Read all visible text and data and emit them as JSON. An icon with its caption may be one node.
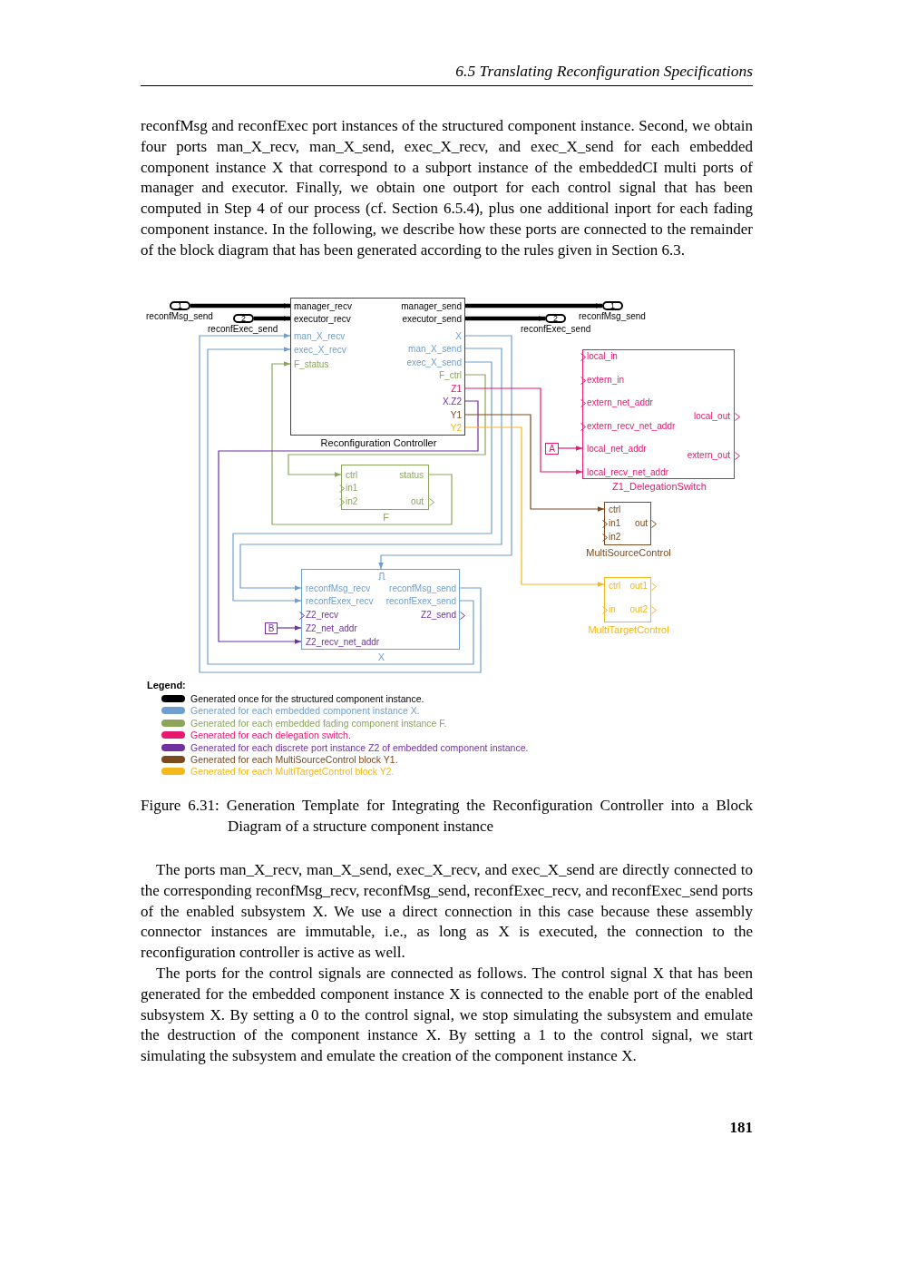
{
  "diagram": {
    "caption": "Figure 6.31: Generation Template for Integrating the Reconfiguration Controller into a Block Diagram of a structure component instance",
    "nodes": [
      {
        "text": [
          "1"
        ],
        "beside": [
          "reconfMsg_send"
        ]
      },
      {
        "text": [
          "2"
        ],
        "beside": [
          "reconfExec_send"
        ]
      },
      {
        "text": [
          "manager_recv",
          "executor_recv",
          "man_X_recv",
          "exec_X_recv",
          "F_status",
          "manager_send",
          "executor_send",
          "X",
          "man_X_send",
          "exec_X_send",
          "F_ctrl",
          "Z1",
          "X.Z2",
          "Y1",
          "Y2",
          "Reconfiguration Controller"
        ]
      },
      {
        "text": [
          "1"
        ],
        "beside": [
          "reconfMsg_send"
        ]
      },
      {
        "text": [
          "2"
        ],
        "beside": [
          "reconfExec_send"
        ]
      },
      {
        "text": [
          "local_in",
          "extern_in",
          "extern_net_addr",
          "extern_recv_net_addr",
          "local_net_addr",
          "local_recv_net_addr",
          "local_out",
          "extern_out",
          "Z1_DelegationSwitch"
        ]
      },
      {
        "text": [
          "A"
        ]
      },
      {
        "text": [
          "ctrl",
          "in1",
          "in2",
          "status",
          "out",
          "F"
        ]
      },
      {
        "text": [
          "ctrl",
          "in1",
          "in2",
          "out",
          "MultiSourceControl"
        ]
      },
      {
        "text": [
          "reconfMsg_recv",
          "reconfExex_recv",
          "Z2_recv",
          "Z2_net_addr",
          "Z2_recv_net_addr",
          "reconfMsg_send",
          "reconfExex_send",
          "Z2_send",
          "X"
        ]
      },
      {
        "text": [
          "B"
        ]
      },
      {
        "text": [
          "ctrl",
          "out1",
          "in",
          "out2",
          "MultiTargetControl"
        ]
      }
    ],
    "edges": [
      {
        "from": 0,
        "to": 2,
        "arrow": "to",
        "style": "thick",
        "color": "#000000"
      },
      {
        "from": 1,
        "to": 2,
        "arrow": "to",
        "style": "thick",
        "color": "#000000"
      },
      {
        "from": 2,
        "to": 3,
        "arrow": "to",
        "style": "thick",
        "color": "#000000"
      },
      {
        "from": 2,
        "to": 4,
        "arrow": "to",
        "style": "thick",
        "color": "#000000"
      },
      {
        "from": 2,
        "to": 9,
        "arrow": "to",
        "color": "#6f9fd0"
      },
      {
        "from": 2,
        "to": 9,
        "arrow": "to",
        "color": "#6f9fd0"
      },
      {
        "from": 2,
        "to": 9,
        "arrow": "to",
        "color": "#6f9fd0"
      },
      {
        "from": 9,
        "to": 2,
        "arrow": "to",
        "color": "#6f9fd0"
      },
      {
        "from": 9,
        "to": 2,
        "arrow": "to",
        "color": "#6f9fd0"
      },
      {
        "from": 2,
        "to": 7,
        "arrow": "to",
        "color": "#8ba65a"
      },
      {
        "from": 7,
        "to": 2,
        "arrow": "to",
        "color": "#8ba65a"
      },
      {
        "from": 2,
        "to": 5,
        "arrow": "to",
        "color": "#e8186e"
      },
      {
        "from": 6,
        "to": 5,
        "arrow": "to",
        "color": "#e8186e"
      },
      {
        "from": 2,
        "to": 9,
        "arrow": "to",
        "color": "#7030a0"
      },
      {
        "from": 10,
        "to": 9,
        "arrow": "to",
        "color": "#7030a0"
      },
      {
        "from": 2,
        "to": 8,
        "arrow": "to",
        "color": "#7b4a1e"
      },
      {
        "from": 2,
        "to": 11,
        "arrow": "to",
        "color": "#f2b81c"
      }
    ],
    "labels": [
      "6.5 Translating Reconfiguration Specifications",
      "reconfMsg and reconfExec port instances of the structured component instance. Second, we obtain four ports man_X_recv, man_X_send, exec_X_recv, and exec_X_send for each embedded component instance X that correspond to a subport instance of the embeddedCI multi ports of manager and executor. Finally, we obtain one outport for each control signal that has been computed in Step 4 of our process (cf. Section 6.5.4), plus one additional inport for each fading component instance. In the following, we describe how these ports are connected to the remainder of the block diagram that has been generated according to the rules given in Section 6.3.",
      "Legend:",
      "The ports man_X_recv, man_X_send, exec_X_recv, and exec_X_send are directly connected to the corresponding reconfMsg_recv, reconfMsg_send, reconfExec_recv, and reconfExec_send ports of the enabled subsystem X. We use a direct connection in this case because these assembly connector instances are immutable, i.e., as long as X is executed, the connection to the reconfiguration controller is active as well.",
      "The ports for the control signals are connected as follows. The control signal X that has been generated for the embedded component instance X is connected to the enable port of the enabled subsystem X. By setting a 0 to the control signal, we stop simulating the subsystem and emulate the destruction of the component instance X. By setting a 1 to the control signal, we start simulating the subsystem and emulate the creation of the component instance X.",
      "181"
    ],
    "legend": [
      {
        "text": "Generated once for the structured component instance.",
        "color": "#000000"
      },
      {
        "text": "Generated for each embedded component instance X.",
        "color": "#6f9fd0"
      },
      {
        "text": "Generated for each embedded fading component instance F.",
        "color": "#8ba65a"
      },
      {
        "text": "Generated for each delegation switch.",
        "color": "#e8186e"
      },
      {
        "text": "Generated for each discrete port instance Z2 of embedded component instance.",
        "color": "#7030a0"
      },
      {
        "text": "Generated for each MultiSourceControl block Y1.",
        "color": "#7b4a1e"
      },
      {
        "text": "Generated for each MultiTargetControl block Y2.",
        "color": "#f2b81c"
      }
    ]
  }
}
